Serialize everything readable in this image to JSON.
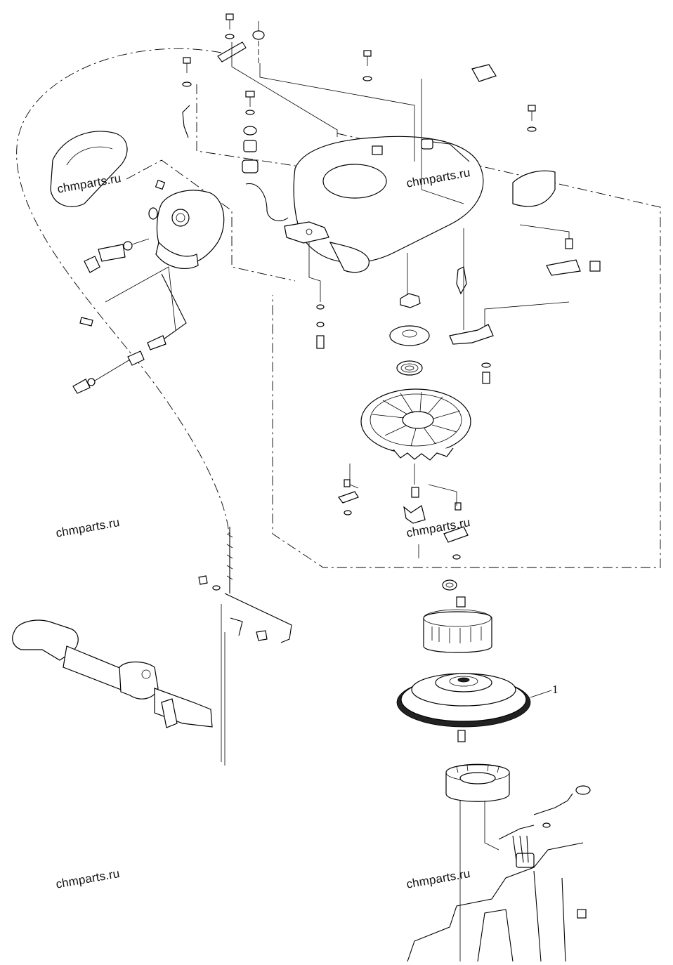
{
  "watermarks": [
    "chmparts.ru",
    "chmparts.ru",
    "chmparts.ru",
    "chmparts.ru",
    "chmparts.ru",
    "chmparts.ru"
  ],
  "callouts": [
    {
      "number": "1"
    }
  ]
}
